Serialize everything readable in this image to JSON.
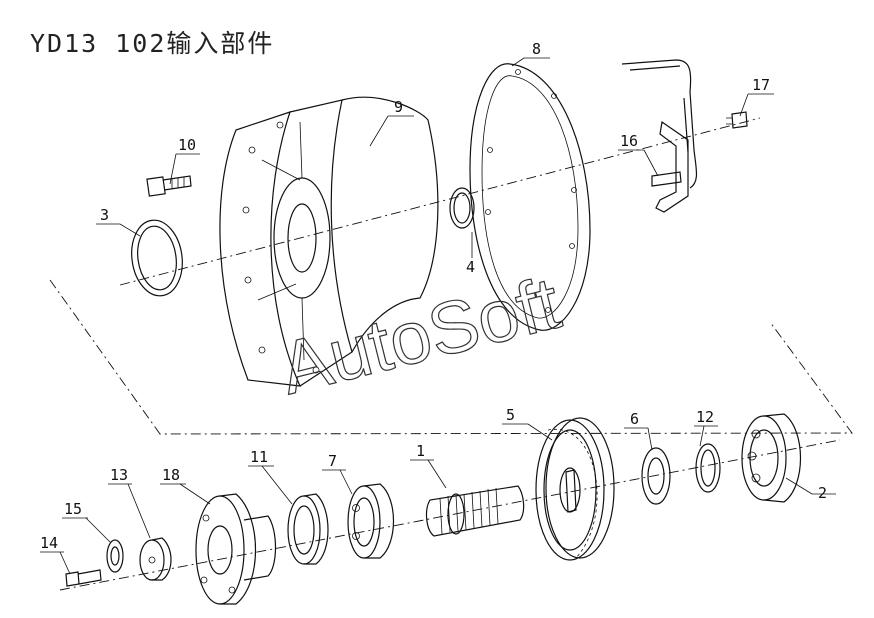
{
  "title": "YD13 102输入部件",
  "watermark": "AutoSoft",
  "callouts": [
    {
      "id": "8",
      "label": "8"
    },
    {
      "id": "9",
      "label": "9"
    },
    {
      "id": "10",
      "label": "10"
    },
    {
      "id": "3",
      "label": "3"
    },
    {
      "id": "4",
      "label": "4"
    },
    {
      "id": "16",
      "label": "16"
    },
    {
      "id": "17",
      "label": "17"
    },
    {
      "id": "5",
      "label": "5"
    },
    {
      "id": "6",
      "label": "6"
    },
    {
      "id": "12",
      "label": "12"
    },
    {
      "id": "2",
      "label": "2"
    },
    {
      "id": "1",
      "label": "1"
    },
    {
      "id": "7",
      "label": "7"
    },
    {
      "id": "11",
      "label": "11"
    },
    {
      "id": "18",
      "label": "18"
    },
    {
      "id": "13",
      "label": "13"
    },
    {
      "id": "15",
      "label": "15"
    },
    {
      "id": "14",
      "label": "14"
    }
  ]
}
